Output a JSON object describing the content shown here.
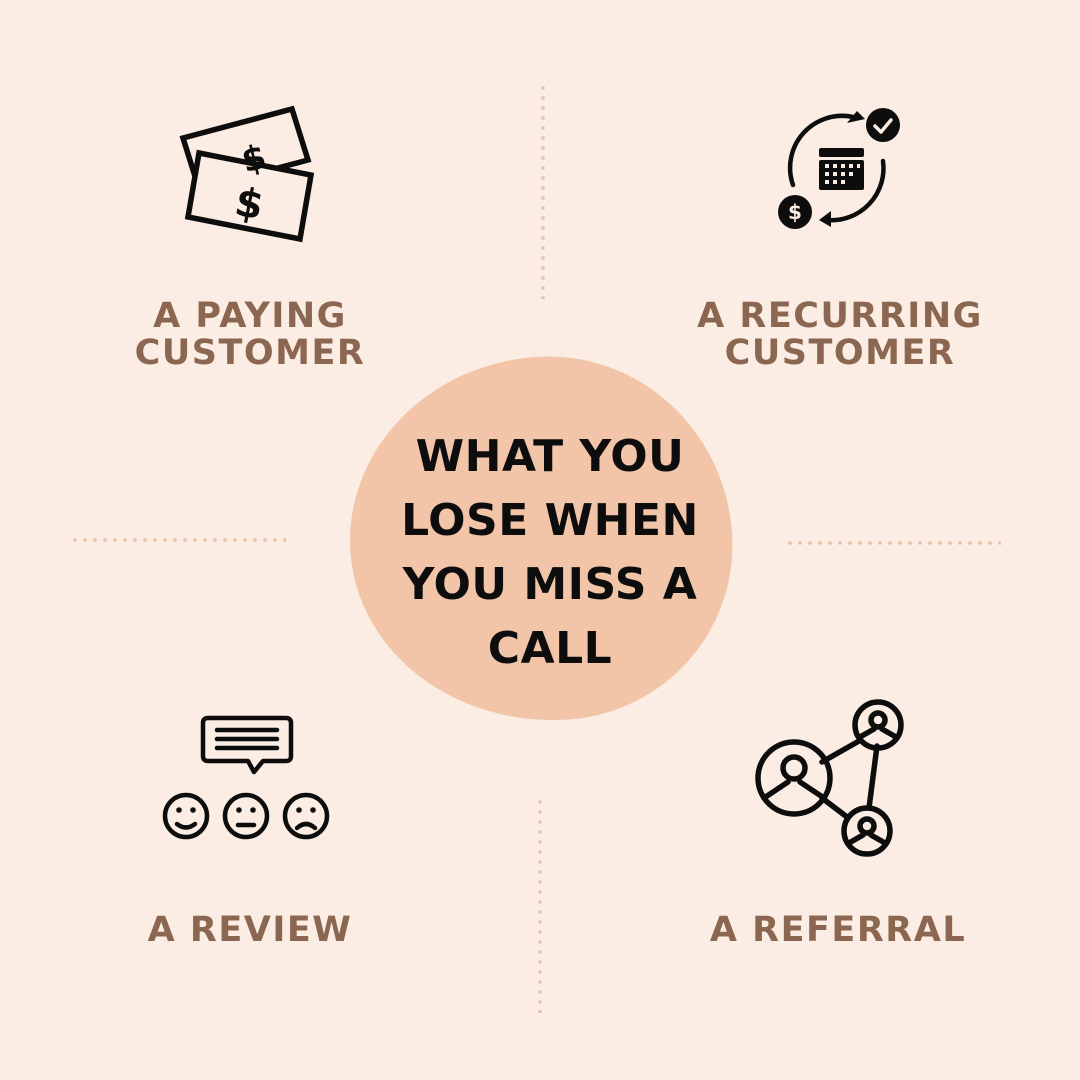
{
  "colors": {
    "background": "#fbede3",
    "blob": "#f2c5a9",
    "label_text": "#8b6752",
    "title_text": "#0d0d0d",
    "dots": "#e9c2a8"
  },
  "center": {
    "title": "WHAT YOU\nLOSE WHEN\nYOU MISS A\nCALL"
  },
  "quadrants": [
    {
      "position": "top-left",
      "icon": "money-bills-icon",
      "label": "A PAYING\nCUSTOMER"
    },
    {
      "position": "top-right",
      "icon": "recurring-payment-calendar-icon",
      "label": "A RECURRING\nCUSTOMER"
    },
    {
      "position": "bottom-left",
      "icon": "review-feedback-faces-icon",
      "label": "A REVIEW"
    },
    {
      "position": "bottom-right",
      "icon": "referral-network-icon",
      "label": "A REFERRAL"
    }
  ]
}
